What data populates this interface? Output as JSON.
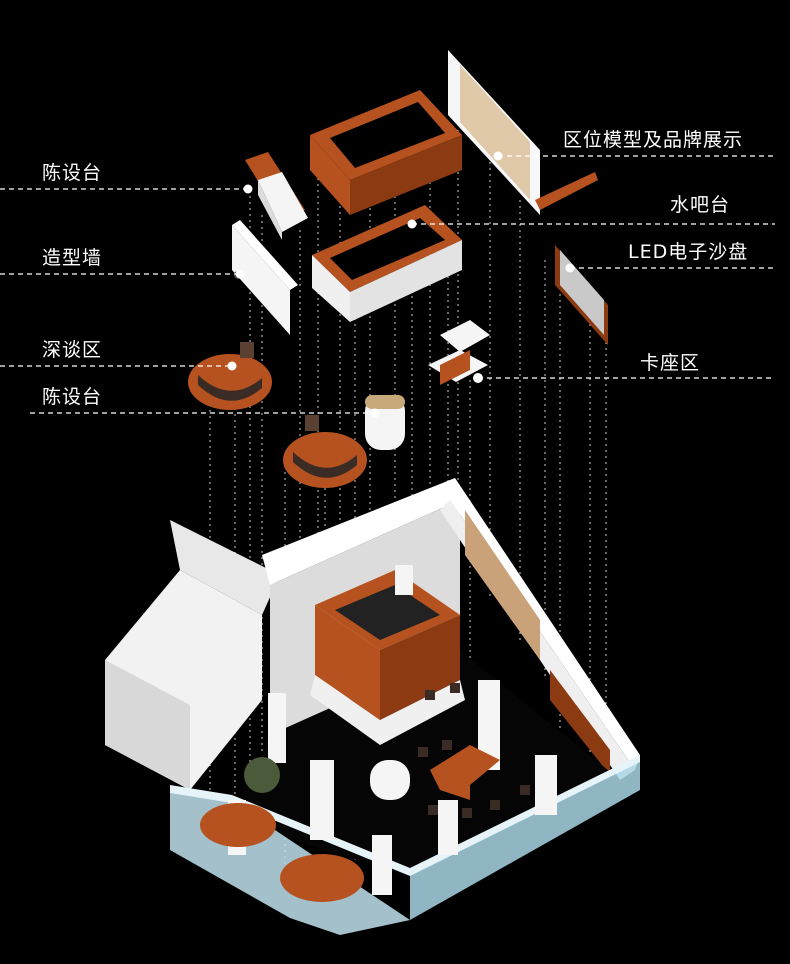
{
  "labels": {
    "left": [
      {
        "id": "display-desk-1",
        "text": "陈设台"
      },
      {
        "id": "feature-wall",
        "text": "造型墙"
      },
      {
        "id": "negotiation-area",
        "text": "深谈区"
      },
      {
        "id": "display-desk-2",
        "text": "陈设台"
      }
    ],
    "right": [
      {
        "id": "model-brand-display",
        "text": "区位模型及品牌展示"
      },
      {
        "id": "water-bar",
        "text": "水吧台"
      },
      {
        "id": "led-sandtable",
        "text": "LED电子沙盘"
      },
      {
        "id": "booth-seating",
        "text": "卡座区"
      }
    ]
  },
  "colors": {
    "background": "#000000",
    "accent_brown": "#b5521f",
    "accent_brown_dark": "#7a3412",
    "wall_white": "#f2f2f2",
    "wall_shade": "#c9c9c9",
    "glass": "#bfe2ee",
    "leader_line": "#ffffff"
  }
}
